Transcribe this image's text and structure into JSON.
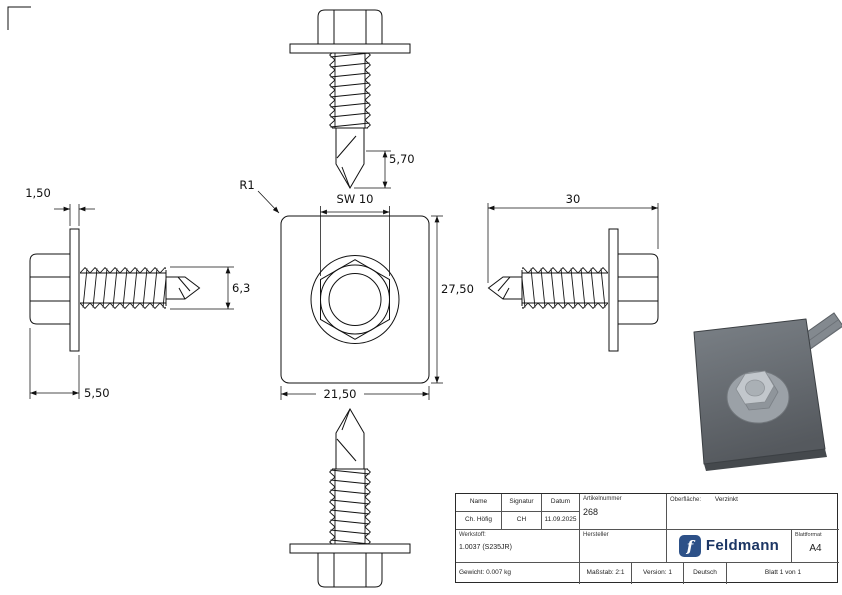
{
  "drawing": {
    "dimensions": {
      "washer_thickness": "1,50",
      "head_washer_length": "5,50",
      "thread_diameter": "6,3",
      "corner_radius": "R1",
      "wrench_size": "SW 10",
      "drill_point_length": "5,70",
      "plate_height": "27,50",
      "plate_width": "21,50",
      "overall_length": "30"
    }
  },
  "title_block": {
    "name_header": "Name",
    "signature_header": "Signatur",
    "date_header": "Datum",
    "name": "Ch. Höfig",
    "signature": "CH",
    "date": "11.09.2025",
    "article_label": "Artikelnummer",
    "article_number": "268",
    "surface_label": "Oberfläche:",
    "surface_value": "Verzinkt",
    "material_label": "Werkstoff:",
    "material_value": "1.0037 (S235JR)",
    "manufacturer_label": "Hersteller",
    "brand": "Feldmann",
    "brand_icon": "f",
    "sheet_format_label": "Blattformat",
    "sheet_format": "A4",
    "weight": "Gewicht: 0.007 kg",
    "scale": "Maßstab: 2:1",
    "version": "Version: 1",
    "language": "Deutsch",
    "sheet": "Blatt 1 von 1"
  },
  "colors": {
    "line": "#111111",
    "logo_blue": "#2d5188",
    "brand_text": "#1c3664"
  }
}
